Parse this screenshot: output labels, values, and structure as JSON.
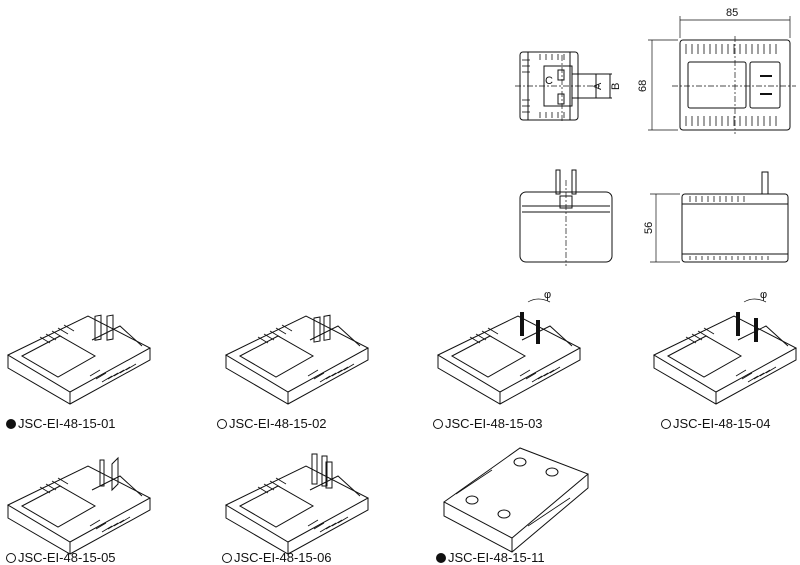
{
  "dimensions": {
    "width_85": "85",
    "height_68": "68",
    "depth_56": "56",
    "dim_a": "A",
    "dim_b": "B",
    "dim_c": "C",
    "angle_symbol": "φ"
  },
  "products": [
    {
      "label": "JSC-EI-48-15-01",
      "filled": true
    },
    {
      "label": "JSC-EI-48-15-02",
      "filled": false
    },
    {
      "label": "JSC-EI-48-15-03",
      "filled": false
    },
    {
      "label": "JSC-EI-48-15-04",
      "filled": false
    },
    {
      "label": "JSC-EI-48-15-05",
      "filled": false
    },
    {
      "label": "JSC-EI-48-15-06",
      "filled": false
    },
    {
      "label": "JSC-EI-48-15-11",
      "filled": true
    }
  ]
}
